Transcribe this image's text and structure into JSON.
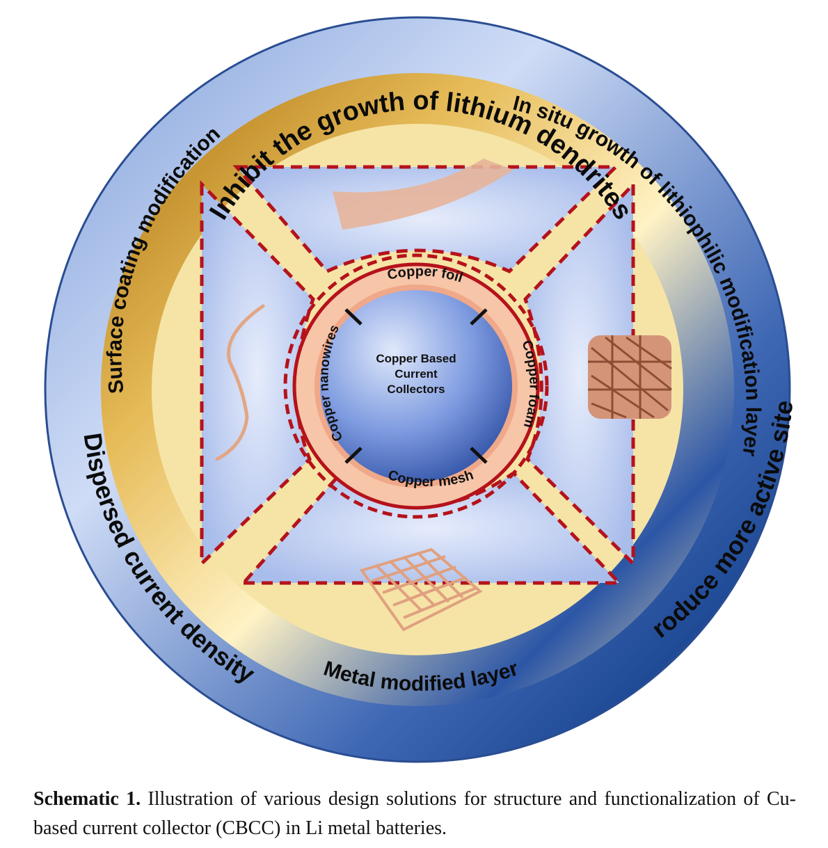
{
  "diagram": {
    "outer_ring": {
      "top": "Inhibit the growth of lithium dendrites",
      "left": "Dispersed current density",
      "right": "Produce more active sites"
    },
    "middle_ring": {
      "top_right": "In situ growth of lithiophilic modification layer",
      "left": "Surface coating modification",
      "bottom": "Metal modified layer"
    },
    "hub": {
      "line1": "Copper Based",
      "line2": "Current",
      "line3": "Collectors"
    },
    "inner_ring": {
      "top": "Copper foil",
      "right": "Copper foam",
      "bottom": "Copper mesh",
      "left": "Copper nanowires"
    },
    "colors": {
      "outer_blue": "#2d5aa8",
      "gold": "#c98a14",
      "dash_red": "#b5121b",
      "copper": "#e8a68a",
      "panel_blue": "#b9c9ef"
    }
  },
  "caption": {
    "label": "Schematic 1.",
    "text": " Illustration of various design solutions for structure and functionalization of Cu-based current collector (CBCC) in Li metal batteries."
  }
}
